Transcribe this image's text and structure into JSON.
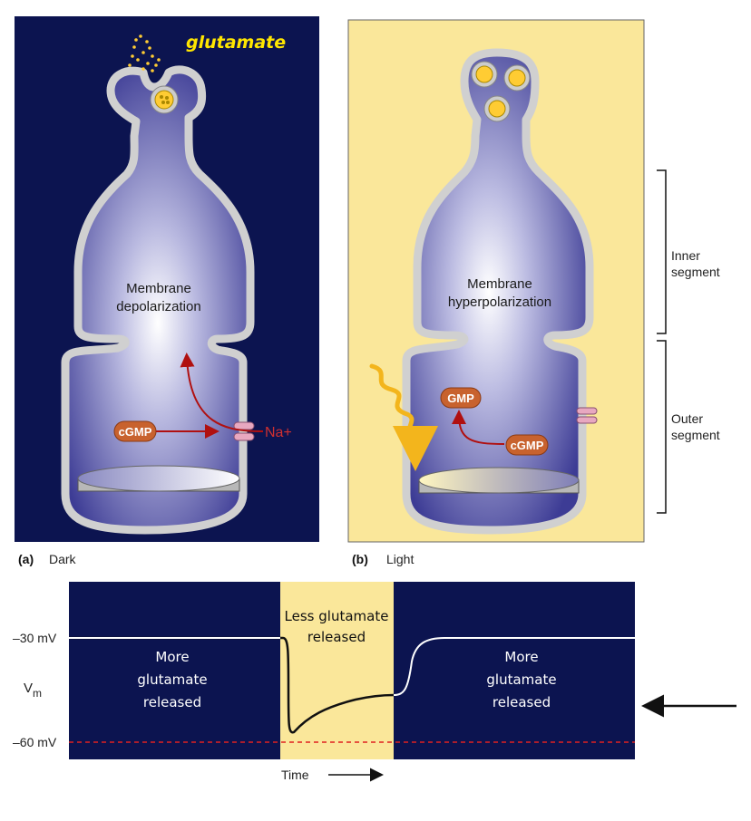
{
  "panel_a": {
    "glutamate_label": "glutamate",
    "membrane_line1": "Membrane",
    "membrane_line2": "depolarization",
    "cgmp_label": "cGMP",
    "na_label": "Na+",
    "caption_letter": "(a)",
    "caption_text": "Dark"
  },
  "panel_b": {
    "membrane_line1": "Membrane",
    "membrane_line2": "hyperpolarization",
    "gmp_label": "GMP",
    "cgmp_label": "cGMP",
    "caption_letter": "(b)",
    "caption_text": "Light"
  },
  "segments": {
    "inner_line1": "Inner",
    "inner_line2": "segment",
    "outer_line1": "Outer",
    "outer_line2": "segment"
  },
  "plot": {
    "y_top_tick": "–30 mV",
    "y_bottom_tick": "–60 mV",
    "y_label_main": "V",
    "y_label_sub": "m",
    "x_label": "Time",
    "left_text": [
      "More",
      "glutamate",
      "released"
    ],
    "middle_text": [
      "Less glutamate",
      "released"
    ],
    "right_text": [
      "More",
      "glutamate",
      "released"
    ]
  },
  "colors": {
    "dark_navy": "#0c1450",
    "light_bg": "#fae79a",
    "cell_body": "#5a5bb0",
    "membrane": "#c8c8c8",
    "bubble": "#c8622e",
    "arrow_red": "#b01010",
    "trace_white": "#ffffff",
    "trace_black": "#111111",
    "ref_line": "#e02020"
  }
}
